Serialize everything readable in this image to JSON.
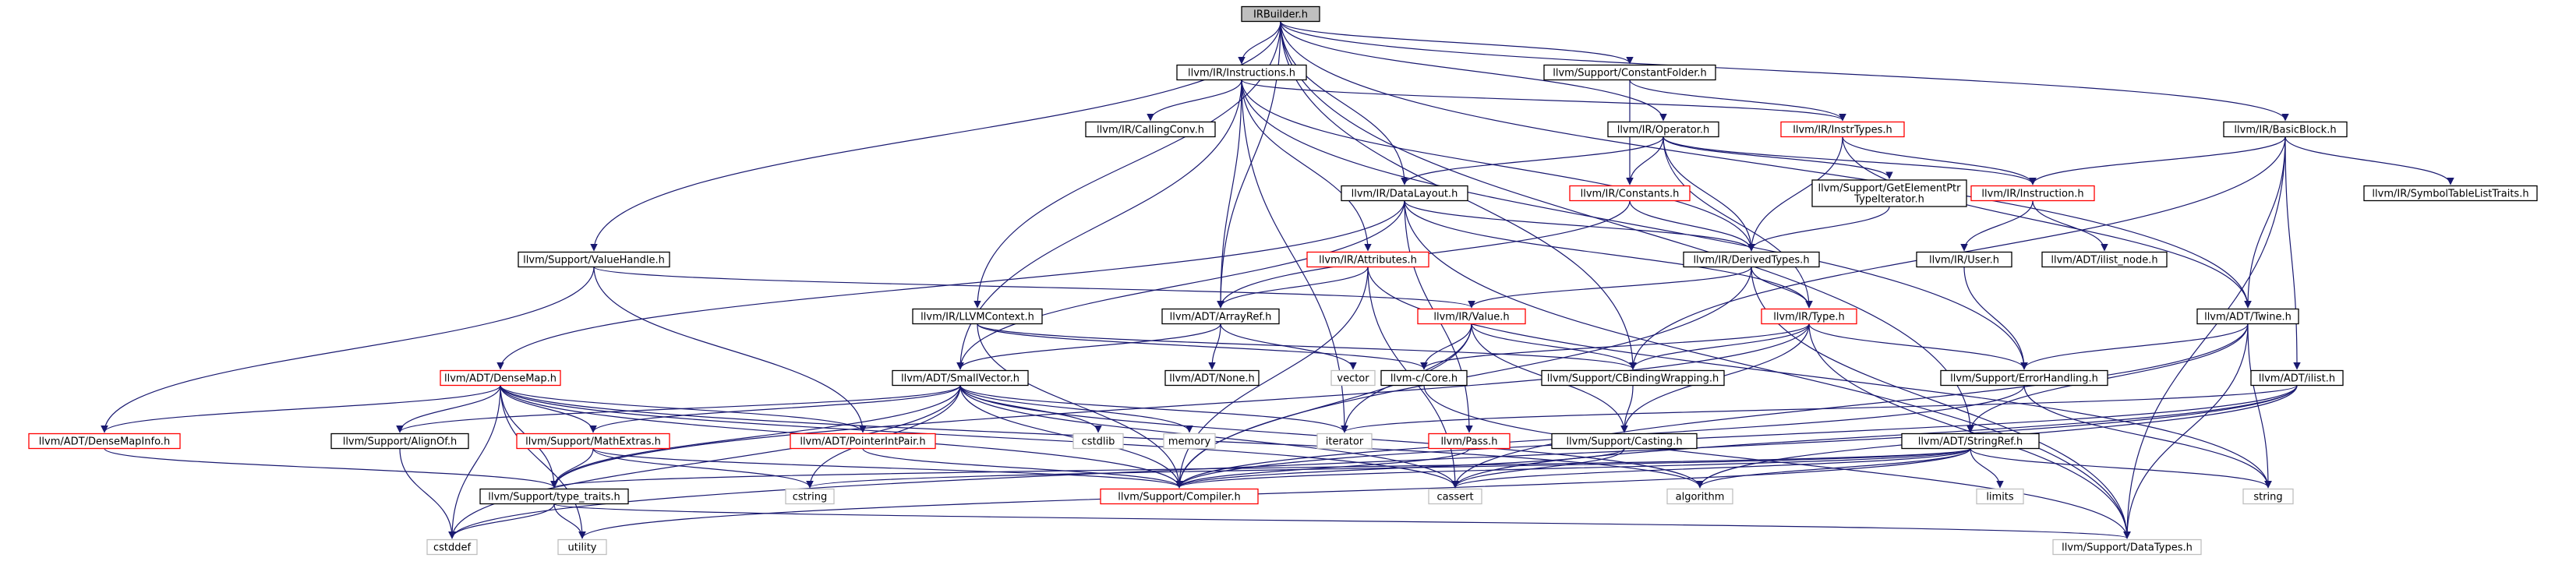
{
  "colors": {
    "edge": "#191970",
    "border_normal": "#000000",
    "border_truncated": "#ff0000",
    "border_external": "#bfbfbf",
    "fill_root": "#bfbfbf",
    "fill_normal": "#ffffff",
    "text": "#000000"
  },
  "graph": {
    "nodes": [
      {
        "id": "irbuilder",
        "label": "IRBuilder.h",
        "kind": "root"
      },
      {
        "id": "instructions",
        "label": "llvm/IR/Instructions.h",
        "kind": "normal"
      },
      {
        "id": "constantfolder",
        "label": "llvm/Support/ConstantFolder.h",
        "kind": "normal"
      },
      {
        "id": "basicblock",
        "label": "llvm/IR/BasicBlock.h",
        "kind": "normal"
      },
      {
        "id": "callingconv",
        "label": "llvm/IR/CallingConv.h",
        "kind": "normal"
      },
      {
        "id": "operator",
        "label": "llvm/IR/Operator.h",
        "kind": "normal"
      },
      {
        "id": "instrtypes",
        "label": "llvm/IR/InstrTypes.h",
        "kind": "truncated"
      },
      {
        "id": "datalayout",
        "label": "llvm/IR/DataLayout.h",
        "kind": "normal"
      },
      {
        "id": "constants",
        "label": "llvm/IR/Constants.h",
        "kind": "truncated"
      },
      {
        "id": "getelementptr",
        "label": [
          "llvm/Support/GetElementPtr",
          "TypeIterator.h"
        ],
        "kind": "normal"
      },
      {
        "id": "instruction",
        "label": "llvm/IR/Instruction.h",
        "kind": "truncated"
      },
      {
        "id": "symboltable",
        "label": "llvm/IR/SymbolTableListTraits.h",
        "kind": "normal"
      },
      {
        "id": "valuehandle",
        "label": "llvm/Support/ValueHandle.h",
        "kind": "normal"
      },
      {
        "id": "attributes",
        "label": "llvm/IR/Attributes.h",
        "kind": "truncated"
      },
      {
        "id": "derivedtypes",
        "label": "llvm/IR/DerivedTypes.h",
        "kind": "normal"
      },
      {
        "id": "user",
        "label": "llvm/IR/User.h",
        "kind": "normal"
      },
      {
        "id": "ilistnode",
        "label": "llvm/ADT/ilist_node.h",
        "kind": "normal"
      },
      {
        "id": "llvmcontext",
        "label": "llvm/IR/LLVMContext.h",
        "kind": "normal"
      },
      {
        "id": "arrayref",
        "label": "llvm/ADT/ArrayRef.h",
        "kind": "normal"
      },
      {
        "id": "value",
        "label": "llvm/IR/Value.h",
        "kind": "truncated"
      },
      {
        "id": "type",
        "label": "llvm/IR/Type.h",
        "kind": "truncated"
      },
      {
        "id": "twine",
        "label": "llvm/ADT/Twine.h",
        "kind": "normal"
      },
      {
        "id": "densemap",
        "label": "llvm/ADT/DenseMap.h",
        "kind": "truncated"
      },
      {
        "id": "smallvector",
        "label": "llvm/ADT/SmallVector.h",
        "kind": "normal"
      },
      {
        "id": "none",
        "label": "llvm/ADT/None.h",
        "kind": "normal"
      },
      {
        "id": "vector",
        "label": "vector",
        "kind": "external"
      },
      {
        "id": "ccore",
        "label": "llvm-c/Core.h",
        "kind": "normal"
      },
      {
        "id": "cbinding",
        "label": "llvm/Support/CBindingWrapping.h",
        "kind": "normal"
      },
      {
        "id": "errorhandling",
        "label": "llvm/Support/ErrorHandling.h",
        "kind": "normal"
      },
      {
        "id": "ilist",
        "label": "llvm/ADT/ilist.h",
        "kind": "normal"
      },
      {
        "id": "densemapinfo",
        "label": "llvm/ADT/DenseMapInfo.h",
        "kind": "truncated"
      },
      {
        "id": "alignof",
        "label": "llvm/Support/AlignOf.h",
        "kind": "normal"
      },
      {
        "id": "mathextras",
        "label": "llvm/Support/MathExtras.h",
        "kind": "truncated"
      },
      {
        "id": "pointerintpair",
        "label": "llvm/ADT/PointerIntPair.h",
        "kind": "truncated"
      },
      {
        "id": "cstdlib",
        "label": "cstdlib",
        "kind": "external"
      },
      {
        "id": "memory",
        "label": "memory",
        "kind": "external"
      },
      {
        "id": "iterator",
        "label": "iterator",
        "kind": "external"
      },
      {
        "id": "pass",
        "label": "llvm/Pass.h",
        "kind": "truncated"
      },
      {
        "id": "casting",
        "label": "llvm/Support/Casting.h",
        "kind": "normal"
      },
      {
        "id": "stringref",
        "label": "llvm/ADT/StringRef.h",
        "kind": "normal"
      },
      {
        "id": "typetraits",
        "label": "llvm/Support/type_traits.h",
        "kind": "normal"
      },
      {
        "id": "cstring",
        "label": "cstring",
        "kind": "external"
      },
      {
        "id": "compiler",
        "label": "llvm/Support/Compiler.h",
        "kind": "truncated"
      },
      {
        "id": "cassert",
        "label": "cassert",
        "kind": "external"
      },
      {
        "id": "algorithm",
        "label": "algorithm",
        "kind": "external"
      },
      {
        "id": "limits",
        "label": "limits",
        "kind": "external"
      },
      {
        "id": "string",
        "label": "string",
        "kind": "external"
      },
      {
        "id": "cstddef",
        "label": "cstddef",
        "kind": "external"
      },
      {
        "id": "utility",
        "label": "utility",
        "kind": "external"
      },
      {
        "id": "datatypes",
        "label": "llvm/Support/DataTypes.h",
        "kind": "external"
      }
    ],
    "edges": [
      [
        "irbuilder",
        "instructions"
      ],
      [
        "irbuilder",
        "constantfolder"
      ],
      [
        "irbuilder",
        "basicblock"
      ],
      [
        "irbuilder",
        "operator"
      ],
      [
        "irbuilder",
        "datalayout"
      ],
      [
        "irbuilder",
        "valuehandle"
      ],
      [
        "irbuilder",
        "llvmcontext"
      ],
      [
        "irbuilder",
        "arrayref"
      ],
      [
        "irbuilder",
        "twine"
      ],
      [
        "irbuilder",
        "cbinding"
      ],
      [
        "irbuilder",
        "stringref"
      ],
      [
        "instructions",
        "callingconv"
      ],
      [
        "instructions",
        "instrtypes"
      ],
      [
        "instructions",
        "attributes"
      ],
      [
        "instructions",
        "arrayref"
      ],
      [
        "instructions",
        "smallvector"
      ],
      [
        "instructions",
        "derivedtypes"
      ],
      [
        "instructions",
        "iterator"
      ],
      [
        "instructions",
        "errorhandling"
      ],
      [
        "constantfolder",
        "constants"
      ],
      [
        "constantfolder",
        "instrtypes"
      ],
      [
        "basicblock",
        "instruction"
      ],
      [
        "basicblock",
        "symboltable"
      ],
      [
        "basicblock",
        "twine"
      ],
      [
        "basicblock",
        "ilist"
      ],
      [
        "basicblock",
        "cbinding"
      ],
      [
        "basicblock",
        "datatypes"
      ],
      [
        "operator",
        "datalayout"
      ],
      [
        "operator",
        "constants"
      ],
      [
        "operator",
        "getelementptr"
      ],
      [
        "operator",
        "derivedtypes"
      ],
      [
        "operator",
        "instruction"
      ],
      [
        "operator",
        "type"
      ],
      [
        "instrtypes",
        "instruction"
      ],
      [
        "instrtypes",
        "derivedtypes"
      ],
      [
        "instrtypes",
        "twine"
      ],
      [
        "datalayout",
        "derivedtypes"
      ],
      [
        "datalayout",
        "type"
      ],
      [
        "datalayout",
        "densemap"
      ],
      [
        "datalayout",
        "smallvector"
      ],
      [
        "datalayout",
        "pass"
      ],
      [
        "datalayout",
        "datatypes"
      ],
      [
        "constants",
        "derivedtypes"
      ],
      [
        "constants",
        "arrayref"
      ],
      [
        "getelementptr",
        "derivedtypes"
      ],
      [
        "instruction",
        "user"
      ],
      [
        "instruction",
        "ilistnode"
      ],
      [
        "valuehandle",
        "value"
      ],
      [
        "valuehandle",
        "densemapinfo"
      ],
      [
        "valuehandle",
        "pointerintpair"
      ],
      [
        "attributes",
        "arrayref"
      ],
      [
        "attributes",
        "compiler"
      ],
      [
        "attributes",
        "cassert"
      ],
      [
        "attributes",
        "string"
      ],
      [
        "derivedtypes",
        "type"
      ],
      [
        "derivedtypes",
        "value"
      ],
      [
        "derivedtypes",
        "compiler"
      ],
      [
        "derivedtypes",
        "datatypes"
      ],
      [
        "user",
        "errorhandling"
      ],
      [
        "llvmcontext",
        "ccore"
      ],
      [
        "llvmcontext",
        "cbinding"
      ],
      [
        "llvmcontext",
        "compiler"
      ],
      [
        "arrayref",
        "none"
      ],
      [
        "arrayref",
        "vector"
      ],
      [
        "arrayref",
        "smallvector"
      ],
      [
        "value",
        "ccore"
      ],
      [
        "value",
        "cbinding"
      ],
      [
        "value",
        "casting"
      ],
      [
        "value",
        "compiler"
      ],
      [
        "value",
        "iterator"
      ],
      [
        "type",
        "ccore"
      ],
      [
        "type",
        "cbinding"
      ],
      [
        "type",
        "errorhandling"
      ],
      [
        "type",
        "casting"
      ],
      [
        "type",
        "datatypes"
      ],
      [
        "type",
        "typetraits"
      ],
      [
        "twine",
        "errorhandling"
      ],
      [
        "twine",
        "stringref"
      ],
      [
        "twine",
        "cassert"
      ],
      [
        "twine",
        "string"
      ],
      [
        "twine",
        "datatypes"
      ],
      [
        "densemap",
        "densemapinfo"
      ],
      [
        "densemap",
        "alignof"
      ],
      [
        "densemap",
        "mathextras"
      ],
      [
        "densemap",
        "pointerintpair"
      ],
      [
        "densemap",
        "typetraits"
      ],
      [
        "densemap",
        "cassert"
      ],
      [
        "densemap",
        "cstddef"
      ],
      [
        "densemap",
        "utility"
      ],
      [
        "densemap",
        "compiler"
      ],
      [
        "densemap",
        "algorithm"
      ],
      [
        "smallvector",
        "alignof"
      ],
      [
        "smallvector",
        "mathextras"
      ],
      [
        "smallvector",
        "typetraits"
      ],
      [
        "smallvector",
        "compiler"
      ],
      [
        "smallvector",
        "cstddef"
      ],
      [
        "smallvector",
        "cstdlib"
      ],
      [
        "smallvector",
        "memory"
      ],
      [
        "smallvector",
        "iterator"
      ],
      [
        "smallvector",
        "cstring"
      ],
      [
        "smallvector",
        "cassert"
      ],
      [
        "smallvector",
        "algorithm"
      ],
      [
        "ccore",
        "datatypes"
      ],
      [
        "cbinding",
        "casting"
      ],
      [
        "errorhandling",
        "compiler"
      ],
      [
        "errorhandling",
        "string"
      ],
      [
        "ilist",
        "iterator"
      ],
      [
        "ilist",
        "cassert"
      ],
      [
        "ilist",
        "cstddef"
      ],
      [
        "ilist",
        "algorithm"
      ],
      [
        "ilist",
        "compiler"
      ],
      [
        "densemapinfo",
        "typetraits"
      ],
      [
        "alignof",
        "cstddef"
      ],
      [
        "mathextras",
        "compiler"
      ],
      [
        "mathextras",
        "cstring"
      ],
      [
        "mathextras",
        "typetraits"
      ],
      [
        "pointerintpair",
        "compiler"
      ],
      [
        "pass",
        "compiler"
      ],
      [
        "casting",
        "compiler"
      ],
      [
        "casting",
        "cassert"
      ],
      [
        "stringref",
        "compiler"
      ],
      [
        "stringref",
        "cassert"
      ],
      [
        "stringref",
        "algorithm"
      ],
      [
        "stringref",
        "limits"
      ],
      [
        "stringref",
        "string"
      ],
      [
        "stringref",
        "cstring"
      ],
      [
        "stringref",
        "utility"
      ],
      [
        "stringref",
        "typetraits"
      ],
      [
        "typetraits",
        "cstddef"
      ],
      [
        "typetraits",
        "utility"
      ],
      [
        "typetraits",
        "datatypes"
      ]
    ]
  }
}
